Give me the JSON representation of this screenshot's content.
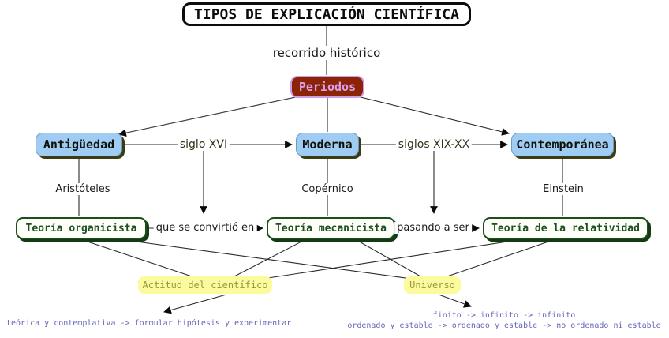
{
  "diagram": {
    "title": "TIPOS DE EXPLICACIÓN CIENTÍFICA",
    "root_link_label": "recorrido histórico",
    "periods_node_label": "Periodos",
    "periods": [
      {
        "label": "Antigüedad",
        "scientist": "Aristóteles",
        "theory": "Teoría organicista"
      },
      {
        "label": "Moderna",
        "scientist": "Copérnico",
        "theory": "Teoría mecanicista"
      },
      {
        "label": "Contemporánea",
        "scientist": "Einstein",
        "theory": "Teoría de la relatividad"
      }
    ],
    "transition_labels": [
      "siglo XVI",
      "siglos XIX-XX"
    ],
    "theory_transition_labels": [
      "que se convirtió en",
      "pasando a ser"
    ],
    "aspects": [
      {
        "label": "Actitud del científico",
        "evolution": "teórica y contemplativa -> formular hipótesis y experimentar"
      },
      {
        "label": "Universo",
        "evolution_line1": "finito -> infinito -> infinito",
        "evolution_line2": "ordenado y estable -> ordenado y estable -> no ordenado ni estable"
      }
    ],
    "colors": {
      "period_node_bg": "#9fccf2",
      "period_node_shadow": "#3c3c14",
      "periodos_bg": "#8c2306",
      "periodos_border": "#cf9ce8",
      "periodos_text": "#d9a0f0",
      "theory_border": "#1c4f1c",
      "theory_text": "#1c5020",
      "aspect_bg": "#fbfb9e",
      "aspect_text": "#97973b",
      "evolution_text": "#6666bb",
      "line_color": "#2b2b2b"
    }
  }
}
